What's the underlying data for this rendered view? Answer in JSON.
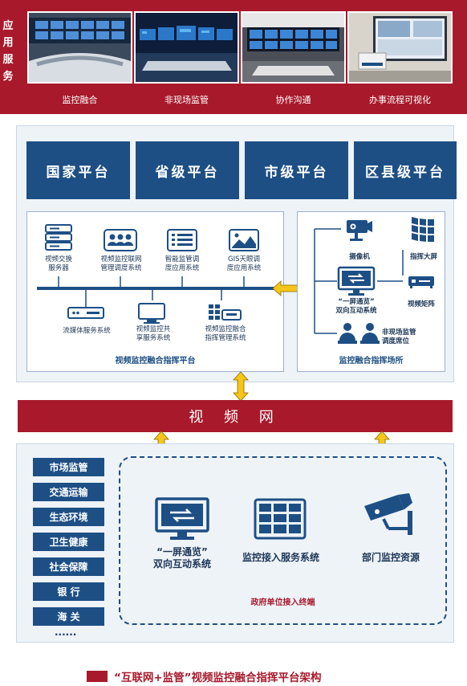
{
  "services": {
    "title": "应用服务",
    "items": [
      {
        "caption": "监控融合"
      },
      {
        "caption": "非现场监管"
      },
      {
        "caption": "协作沟通"
      },
      {
        "caption": "办事流程可视化"
      }
    ]
  },
  "levels": [
    "国家平台",
    "省级平台",
    "市级平台",
    "区县级平台"
  ],
  "system": {
    "title": "视频监控融合指挥平台",
    "top_items": [
      {
        "label": "视频交换\n服务器",
        "icon": "server-icon"
      },
      {
        "label": "视频监控联网\n管理调度系统",
        "icon": "people-network-icon"
      },
      {
        "label": "智能监管调\n度应用系统",
        "icon": "list-panel-icon"
      },
      {
        "label": "GIS天眼调\n度应用系统",
        "icon": "map-image-icon"
      }
    ],
    "bottom_items": [
      {
        "label": "流媒体服务系统",
        "icon": "media-server-icon"
      },
      {
        "label": "视频监控共\n享服务系统",
        "icon": "monitor-icon"
      },
      {
        "label": "视频监控融合\n指挥管理系统",
        "icon": "video-wall-device-icon"
      }
    ]
  },
  "site": {
    "title": "监控融合指挥场所",
    "camera": "摄像机",
    "wall": "指挥大屏",
    "interactive": "“一屏通览”\n双向互动系统",
    "matrix": "视频矩阵",
    "seats": "非现场监管\n调度席位"
  },
  "network": "视 频 网",
  "units": [
    "市场监管",
    "交通运输",
    "生态环境",
    "卫生健康",
    "社会保障",
    "银  行",
    "海  关",
    "......"
  ],
  "terminal": {
    "title": "政府单位接入终端",
    "items": [
      {
        "label": "“一屏通览”\n双向互动系统",
        "icon": "screen-switch-icon"
      },
      {
        "label": "监控接入服务系统",
        "icon": "grid-screen-icon"
      },
      {
        "label": "部门监控资源",
        "icon": "cctv-camera-icon"
      }
    ]
  },
  "footer": "“互联网+监管”视频监控融合指挥平台架构",
  "colors": {
    "red": "#a8192b",
    "blue": "#1d4f85",
    "yellow": "#f5c518"
  }
}
